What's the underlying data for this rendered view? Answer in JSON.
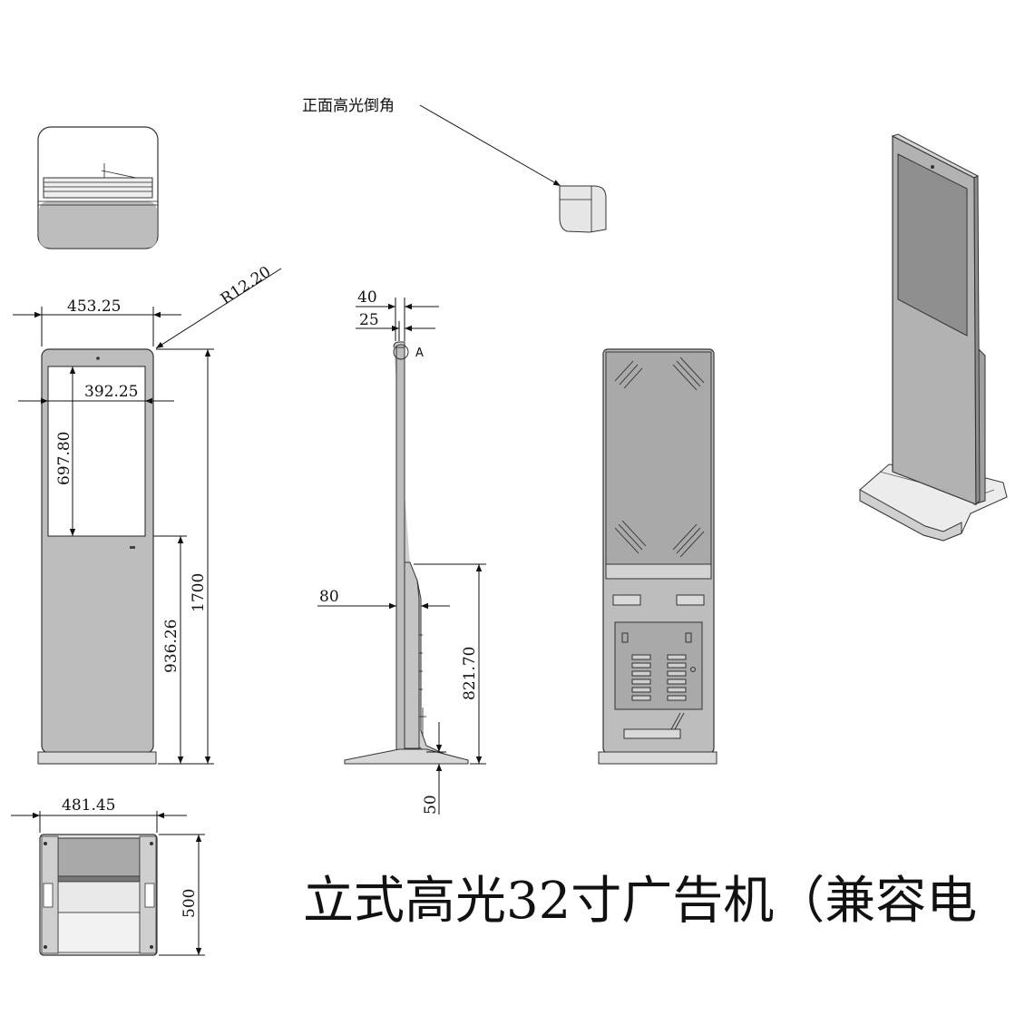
{
  "title": "立式高光32寸广告机（兼容电",
  "annotation": {
    "front_chamfer_note": "正面高光倒角",
    "detail_label": "A"
  },
  "front_view": {
    "width": "453.25",
    "screen_width": "392.25",
    "screen_height": "697.80",
    "total_height": "1700",
    "lower_height": "936.26",
    "corner_radius": "R12.20"
  },
  "side_view": {
    "top_thickness": "40",
    "mid_thickness": "25",
    "lower_thickness": "80",
    "lower_height": "821.70",
    "base_height": "50"
  },
  "top_view": {
    "width": "481.45",
    "depth": "500"
  },
  "colors": {
    "body": "#bdbdbd",
    "panel": "#a9a9a9",
    "screen": "#ffffff",
    "line": "#111111"
  }
}
